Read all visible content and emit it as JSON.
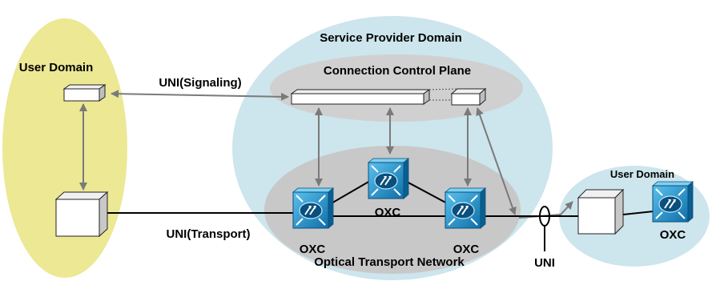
{
  "labels": {
    "service_provider_domain": "Service Provider Domain",
    "connection_control_plane": "Connection Control Plane",
    "user_domain_left": "User Domain",
    "user_domain_right": "User Domain",
    "uni_signaling": "UNI(Signaling)",
    "uni_transport": "UNI(Transport)",
    "optical_transport_network": "Optical Transport Network",
    "uni": "UNI"
  },
  "oxc_nodes": [
    {
      "id": "oxc-left",
      "label": "OXC"
    },
    {
      "id": "oxc-top",
      "label": "OXC"
    },
    {
      "id": "oxc-right",
      "label": "OXC"
    },
    {
      "id": "oxc-user",
      "label": "OXC"
    }
  ],
  "colors": {
    "user_domain_left_fill": "#ece894",
    "service_provider_fill": "#cde5ec",
    "control_plane_fill": "#d0d0d0",
    "transport_fill": "#c8c8c8",
    "user_domain_right_fill": "#cde5ec",
    "oxc_blue": "#1a8fc8",
    "arrow_gray": "#7a7a7a"
  }
}
